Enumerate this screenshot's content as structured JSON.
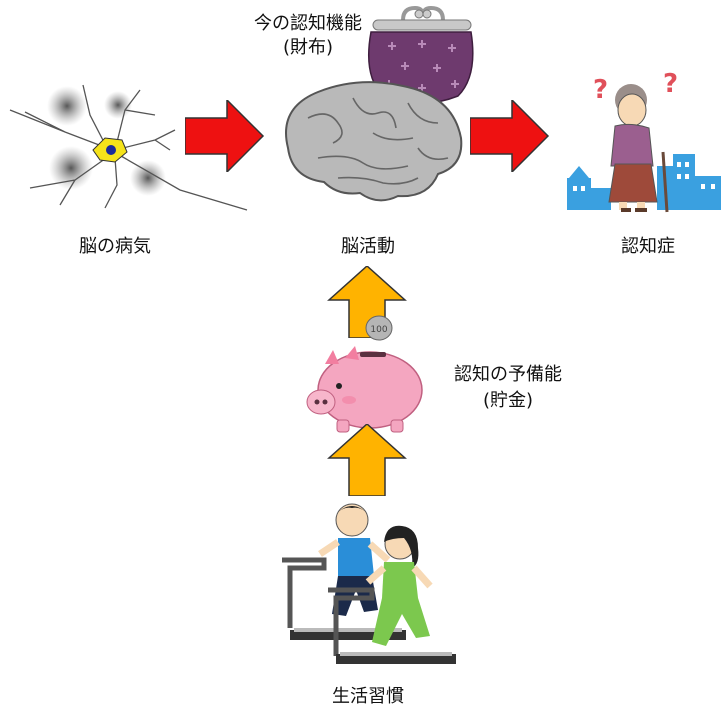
{
  "labels": {
    "brain_disease": "脳の病気",
    "brain_activity": "脳活動",
    "dementia": "認知症",
    "current_function_line1": "今の認知機能",
    "current_function_line2": "(財布)",
    "reserve_line1": "認知の予備能",
    "reserve_line2": "(貯金)",
    "lifestyle": "生活習慣"
  },
  "coin_text": "100",
  "question_mark": "?",
  "icons": {
    "neuron": "neuron-icon",
    "brain": "brain-icon",
    "purse": "purse-icon",
    "elderly": "elderly-woman-icon",
    "piggy": "piggy-bank-icon",
    "coin": "coin-icon",
    "runners": "treadmill-runners-icon"
  },
  "colors": {
    "red_arrow": "#ee1111",
    "orange_arrow": "#ffb300",
    "purse": "#6e3a6e",
    "piggy": "#f4a6c0",
    "city": "#3aa0e0"
  }
}
